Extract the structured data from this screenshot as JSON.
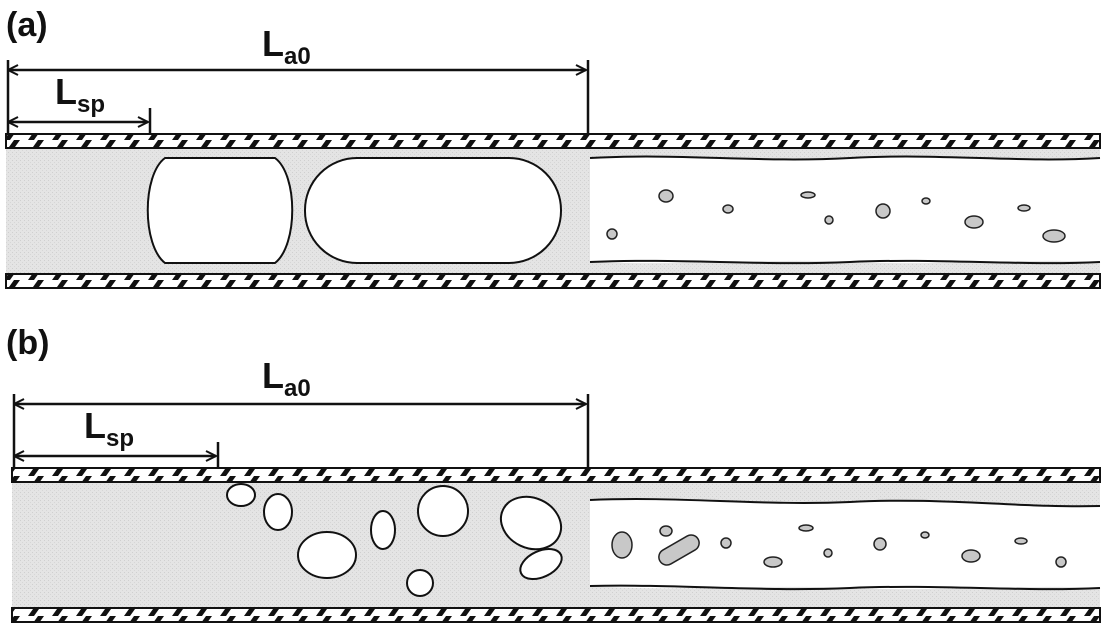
{
  "panels": [
    {
      "id": "a",
      "label": "(a)",
      "la0": {
        "base": "L",
        "sub": "a0"
      },
      "lsp": {
        "base": "L",
        "sub": "sp"
      },
      "regime": "elongated-bubbles"
    },
    {
      "id": "b",
      "label": "(b)",
      "la0": {
        "base": "L",
        "sub": "a0"
      },
      "lsp": {
        "base": "L",
        "sub": "sp"
      },
      "regime": "dispersed-bubbles"
    }
  ],
  "colors": {
    "ink": "#111111",
    "liquid": "#e4e4e4",
    "droplet": "#c8c8c8"
  }
}
